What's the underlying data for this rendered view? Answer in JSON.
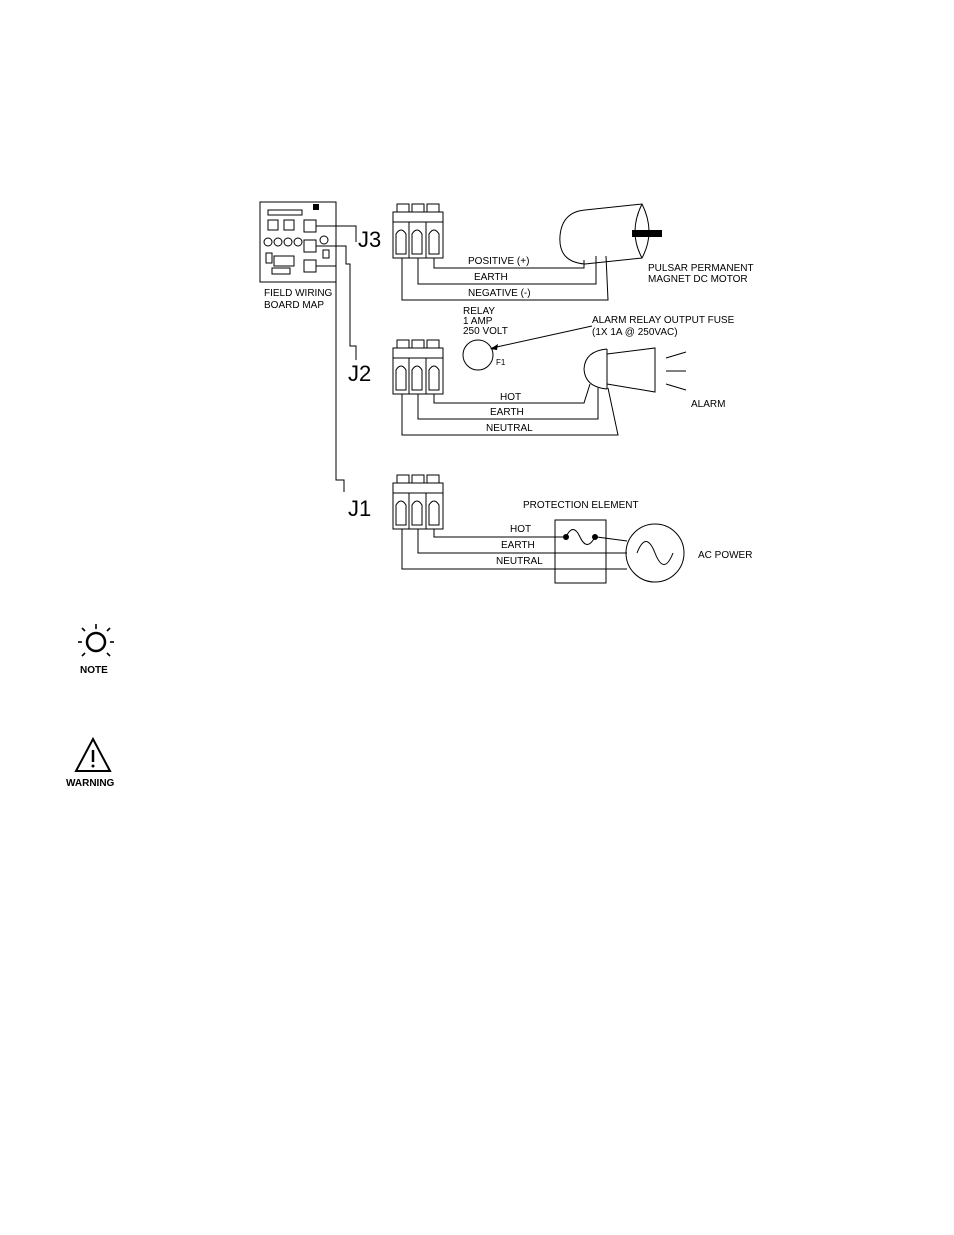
{
  "board_map": {
    "label_line1": "FIELD WIRING",
    "label_line2": "BOARD MAP"
  },
  "connectors": {
    "j3": "J3",
    "j2": "J2",
    "j1": "J1"
  },
  "motor_section": {
    "wire1": "POSITIVE (+)",
    "wire2": "EARTH",
    "wire3": "NEGATIVE (-)",
    "label_line1": "PULSAR PERMANENT",
    "label_line2": "MAGNET DC MOTOR"
  },
  "relay": {
    "line1": "RELAY",
    "line2": "1 AMP",
    "line3": "250 VOLT",
    "fuse_id": "F1"
  },
  "fuse_callout": {
    "line1": "ALARM RELAY OUTPUT FUSE",
    "line2": "(1X  1A  @  250VAC)"
  },
  "alarm_section": {
    "wire1": "HOT",
    "wire2": "EARTH",
    "wire3": "NEUTRAL",
    "label": "ALARM"
  },
  "power_section": {
    "protection_label": "PROTECTION ELEMENT",
    "wire1": "HOT",
    "wire2": "EARTH",
    "wire3": "NEUTRAL",
    "label": "AC POWER"
  },
  "note_icon": {
    "label": "NOTE"
  },
  "warning_icon": {
    "label": "WARNING"
  }
}
